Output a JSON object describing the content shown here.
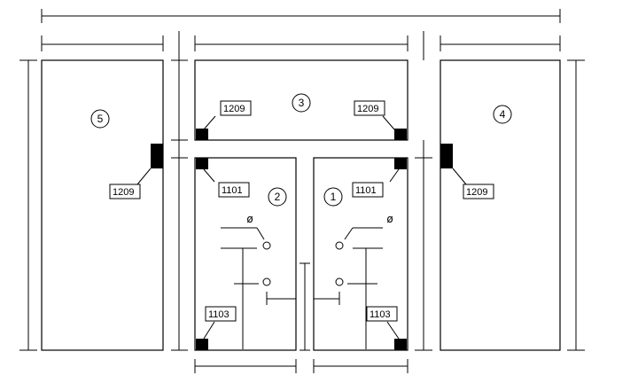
{
  "panels": {
    "p1": "1",
    "p2": "2",
    "p3": "3",
    "p4": "4",
    "p5": "5"
  },
  "labels": {
    "l3_left": "1209",
    "l3_right": "1209",
    "l5": "1209",
    "l4": "1209",
    "l2_top": "1101",
    "l1_top": "1101",
    "l2_bottom": "1103",
    "l1_bottom": "1103"
  },
  "symbols": {
    "lock_left": "ø",
    "lock_right": "ø"
  }
}
